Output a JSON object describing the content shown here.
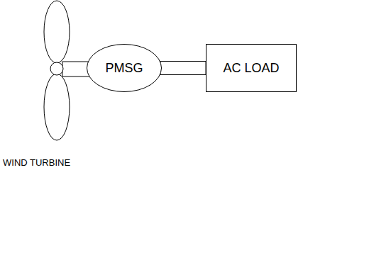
{
  "diagram": {
    "nodes": [
      {
        "text": [
          "PMSG"
        ]
      },
      {
        "text": [
          "AC LOAD"
        ]
      }
    ],
    "edges": [
      {
        "from": 0,
        "to": 1,
        "arrow": "none"
      }
    ],
    "labels": [
      "WIND TURBINE"
    ]
  }
}
